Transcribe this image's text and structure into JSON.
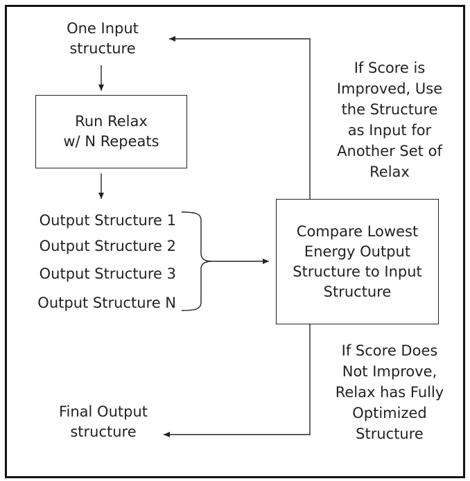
{
  "diagram": {
    "input_label": [
      "One Input",
      "structure"
    ],
    "run_box": [
      "Run Relax",
      "w/ N Repeats"
    ],
    "outputs": [
      "Output Structure 1",
      "Output Structure 2",
      "Output Structure 3",
      "Output Structure N"
    ],
    "compare_box": [
      "Compare Lowest",
      "Energy Output",
      "Structure to Input",
      "Structure"
    ],
    "improved_note": [
      "If Score is",
      "Improved, Use",
      "the Structure",
      "as Input for",
      "Another Set of",
      "Relax"
    ],
    "not_improved_note": [
      "If Score Does",
      "Not Improve,",
      "Relax has Fully",
      "Optimized",
      "Structure"
    ],
    "final_label": [
      "Final Output",
      "structure"
    ]
  }
}
